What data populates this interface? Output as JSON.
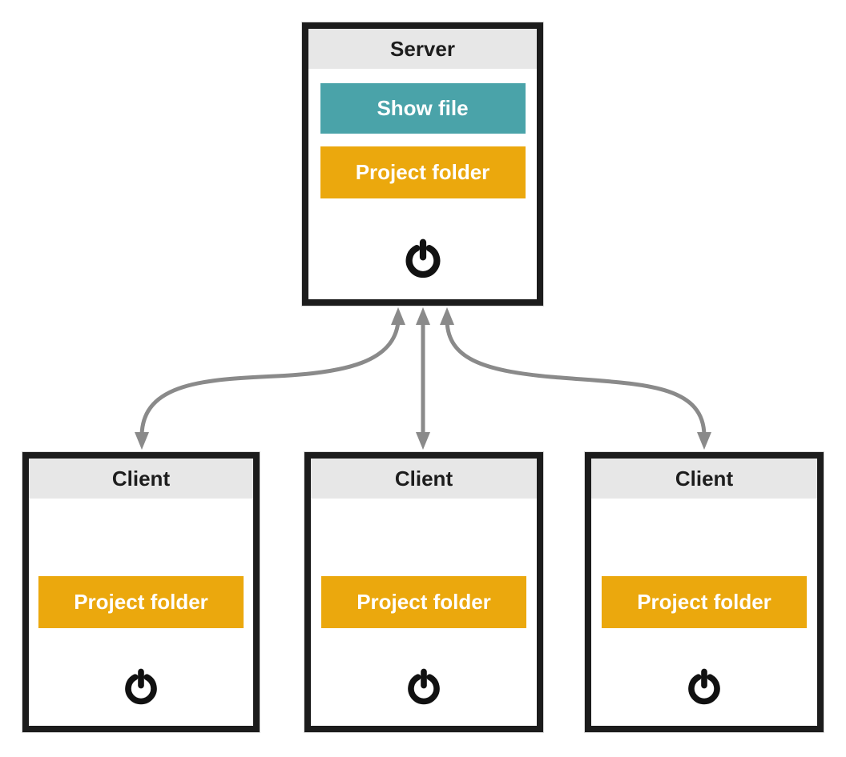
{
  "diagram": {
    "description": "Client-server project folder synchronization diagram",
    "server": {
      "title": "Server",
      "show_file_label": "Show file",
      "project_folder_label": "Project folder",
      "power_icon": "power-icon"
    },
    "clients": [
      {
        "title": "Client",
        "project_folder_label": "Project folder",
        "power_icon": "power-icon"
      },
      {
        "title": "Client",
        "project_folder_label": "Project folder",
        "power_icon": "power-icon"
      },
      {
        "title": "Client",
        "project_folder_label": "Project folder",
        "power_icon": "power-icon"
      }
    ],
    "connections": [
      {
        "from": "server-show-file",
        "to": "server-project-folder",
        "style": "single-headed"
      },
      {
        "from": "server",
        "to": "client-1",
        "style": "double-headed"
      },
      {
        "from": "server",
        "to": "client-2",
        "style": "double-headed"
      },
      {
        "from": "server",
        "to": "client-3",
        "style": "double-headed"
      }
    ],
    "colors": {
      "show_file_bg": "#4AA3A9",
      "project_folder_bg": "#EBA80D",
      "box_border": "#1C1C1C",
      "header_bg": "#E7E7E7",
      "arrow": "#8A8A8A",
      "button_text": "#FFFFFF",
      "title_text": "#1D1D1D",
      "power_icon_color": "#111111",
      "canvas_bg": "#FFFFFF"
    }
  }
}
